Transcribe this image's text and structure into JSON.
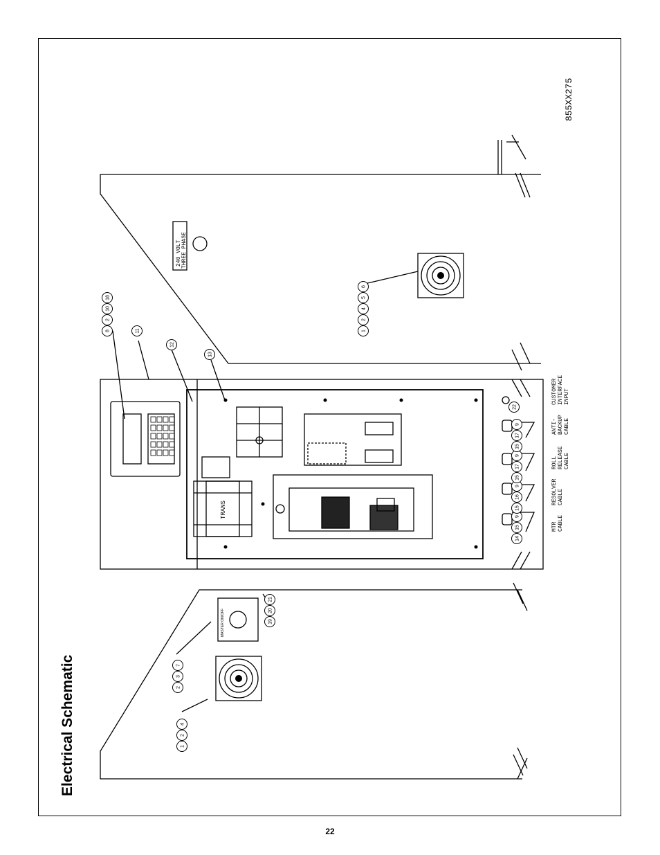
{
  "page": {
    "title": "Electrical Schematic",
    "number": "22"
  },
  "drawing": {
    "id": "855XX275",
    "voltage_label_line1": "240 VOLT",
    "voltage_label_line2": "THREE PHASE",
    "trans_label": "TRANS",
    "switch_plate_text": "MASTER ON/OFF",
    "cables": [
      {
        "line1": "MTR",
        "line2": "CABLE",
        "line3": ""
      },
      {
        "line1": "RESOLVER",
        "line2": "CABLE",
        "line3": ""
      },
      {
        "line1": "ROLL",
        "line2": "RELEASE",
        "line3": "CABLE"
      },
      {
        "line1": "ANTI-",
        "line2": "BACKUP",
        "line3": "CABLE"
      },
      {
        "line1": "CUSTOMER",
        "line2": "INTERFACE",
        "line3": "INPUT"
      }
    ],
    "callouts": {
      "left_fan": [
        "1",
        "2",
        "4"
      ],
      "switch": [
        "2",
        "3",
        "7"
      ],
      "switch_right": [
        "19",
        "20",
        "21"
      ],
      "keypad": [
        "8",
        "2",
        "10",
        "18"
      ],
      "panel_11": [
        "11"
      ],
      "panel_12": [
        "12"
      ],
      "panel_13": [
        "13"
      ],
      "right_fan": [
        "1",
        "2",
        "4",
        "5",
        "6"
      ],
      "mtr": [
        "14",
        "15",
        "9"
      ],
      "resolver": [
        "15",
        "16",
        "9"
      ],
      "roll": [
        "15",
        "17",
        "9"
      ],
      "anti": [
        "15",
        "17",
        "9"
      ],
      "customer": [
        "22"
      ]
    }
  }
}
